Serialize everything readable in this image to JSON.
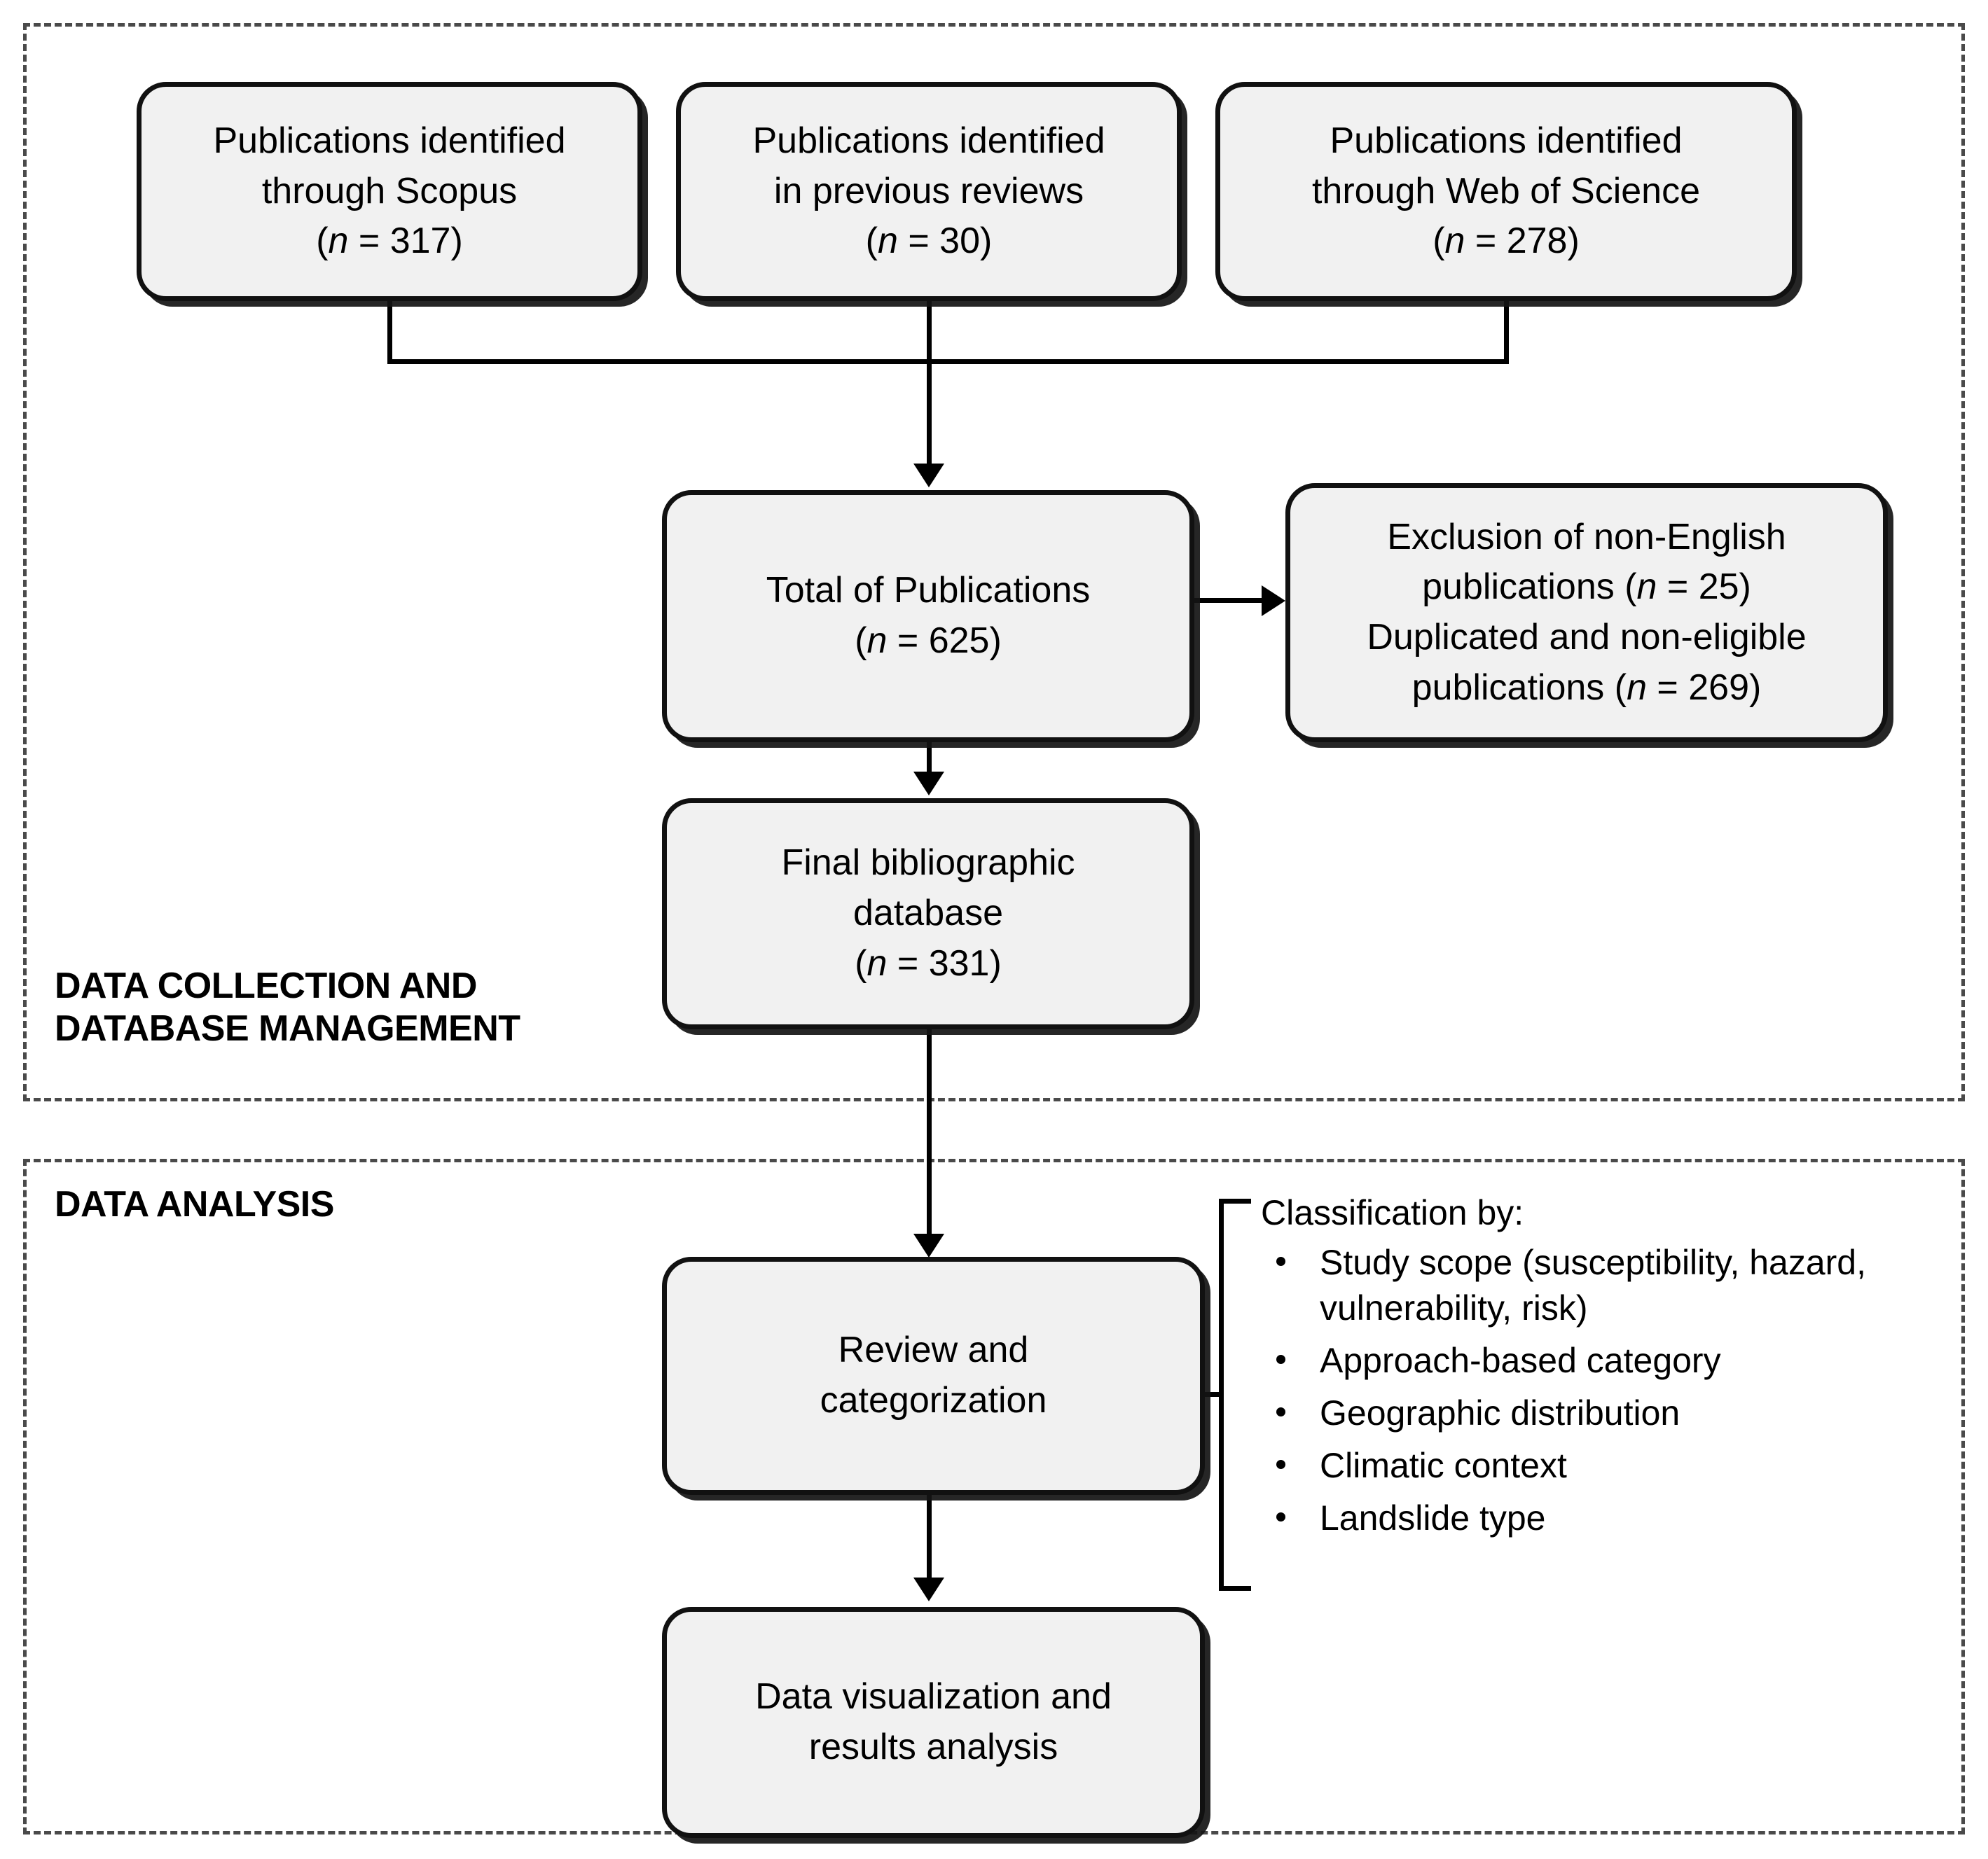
{
  "sections": {
    "collection": {
      "label": "DATA COLLECTION AND\nDATABASE MANAGEMENT"
    },
    "analysis": {
      "label": "DATA ANALYSIS"
    }
  },
  "boxes": {
    "scopus": {
      "line1": "Publications identified",
      "line2": "through Scopus",
      "count_prefix": "(",
      "count_var": "n",
      "count_value": " = 317)"
    },
    "reviews": {
      "line1": "Publications identified",
      "line2": "in previous reviews",
      "count_prefix": "(",
      "count_var": "n",
      "count_value": " = 30)"
    },
    "wos": {
      "line1": "Publications identified",
      "line2": "through Web of Science",
      "count_prefix": "(",
      "count_var": "n",
      "count_value": " = 278)"
    },
    "total": {
      "line1": "Total of Publications",
      "count_prefix": "(",
      "count_var": "n",
      "count_value": " = 625)"
    },
    "exclude": {
      "line1": "Exclusion of non-English",
      "line2a": "publications  (",
      "line2var": "n",
      "line2b": " = 25)",
      "line3": "Duplicated and non-eligible",
      "line4a": "publications  (",
      "line4var": "n",
      "line4b": " = 269)"
    },
    "final": {
      "line1": "Final bibliographic",
      "line2": "database",
      "count_prefix": "(",
      "count_var": "n",
      "count_value": " = 331)"
    },
    "review": {
      "line1": "Review and",
      "line2": "categorization"
    },
    "viz": {
      "line1": "Data visualization  and",
      "line2": "results analysis"
    }
  },
  "classification": {
    "title": "Classification by:",
    "items": [
      "Study scope (susceptibility, hazard, vulnerability, risk)",
      "Approach-based category",
      "Geographic distribution",
      "Climatic context",
      "Landslide type"
    ]
  },
  "colors": {
    "box_fill": "#f1f1f1",
    "box_stroke": "#111111",
    "connector": "#000000",
    "frame_dash": "#4a4a4a",
    "page_bg": "#ffffff"
  }
}
